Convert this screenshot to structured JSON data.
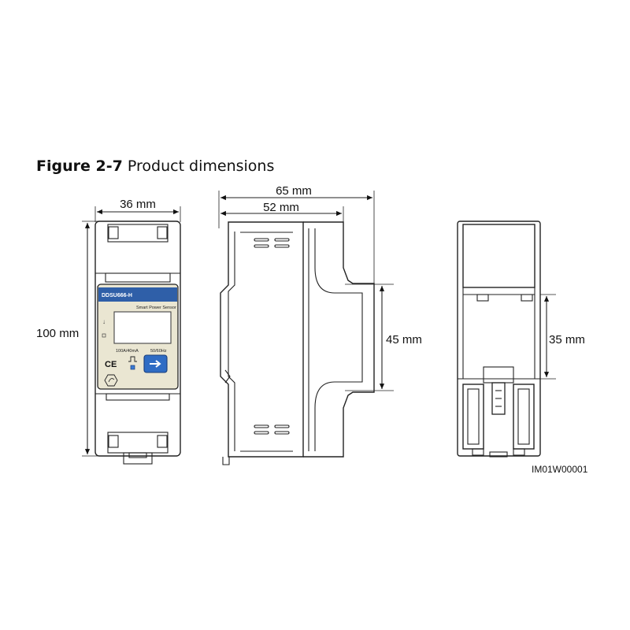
{
  "figure": {
    "number": "Figure 2-7",
    "caption": "Product dimensions"
  },
  "front_view": {
    "width_label": "36 mm",
    "height_label": "100 mm",
    "device": {
      "model": "DDSU666-H",
      "name": "Smart Power Sensor",
      "current_rating": "100A/40mA",
      "frequency": "50/60Hz",
      "ce_mark": "CE"
    }
  },
  "side_view": {
    "depth_label": "65 mm",
    "body_depth_label": "52 mm",
    "height_label": "45 mm"
  },
  "rear_view": {
    "height_label": "35 mm"
  },
  "image_id": "IM01W00001"
}
